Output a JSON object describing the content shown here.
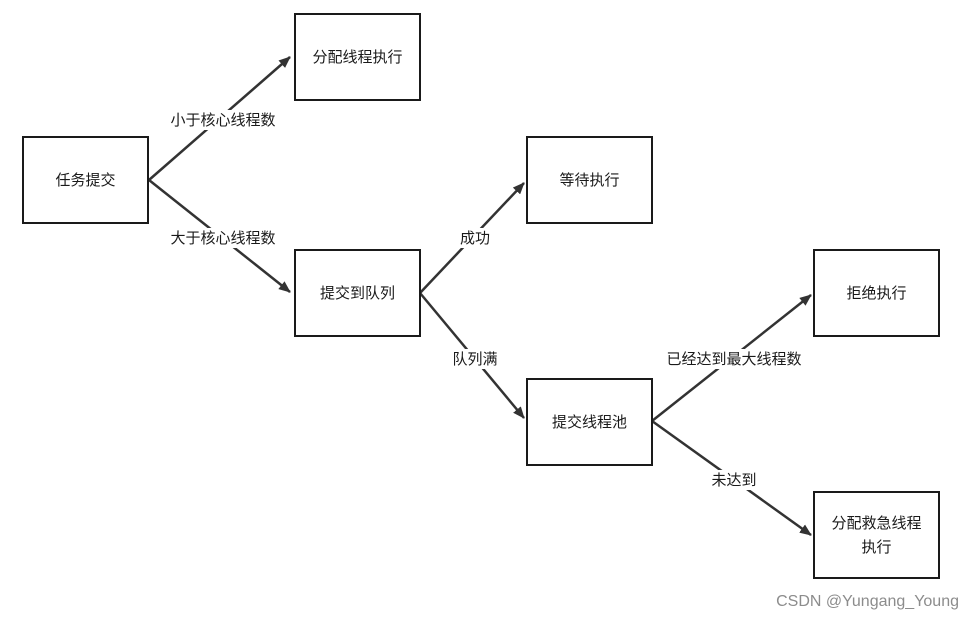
{
  "nodes": {
    "task_submit": "任务提交",
    "assign_thread": "分配线程执行",
    "submit_queue": "提交到队列",
    "wait_exec": "等待执行",
    "submit_pool": "提交线程池",
    "reject_exec": "拒绝执行",
    "emergency_thread": "分配救急线程执行"
  },
  "edges": {
    "less_core": "小于核心线程数",
    "more_core": "大于核心线程数",
    "success": "成功",
    "queue_full": "队列满",
    "max_reached": "已经达到最大线程数",
    "not_reached": "未达到"
  },
  "watermark": "CSDN @Yungang_Young"
}
